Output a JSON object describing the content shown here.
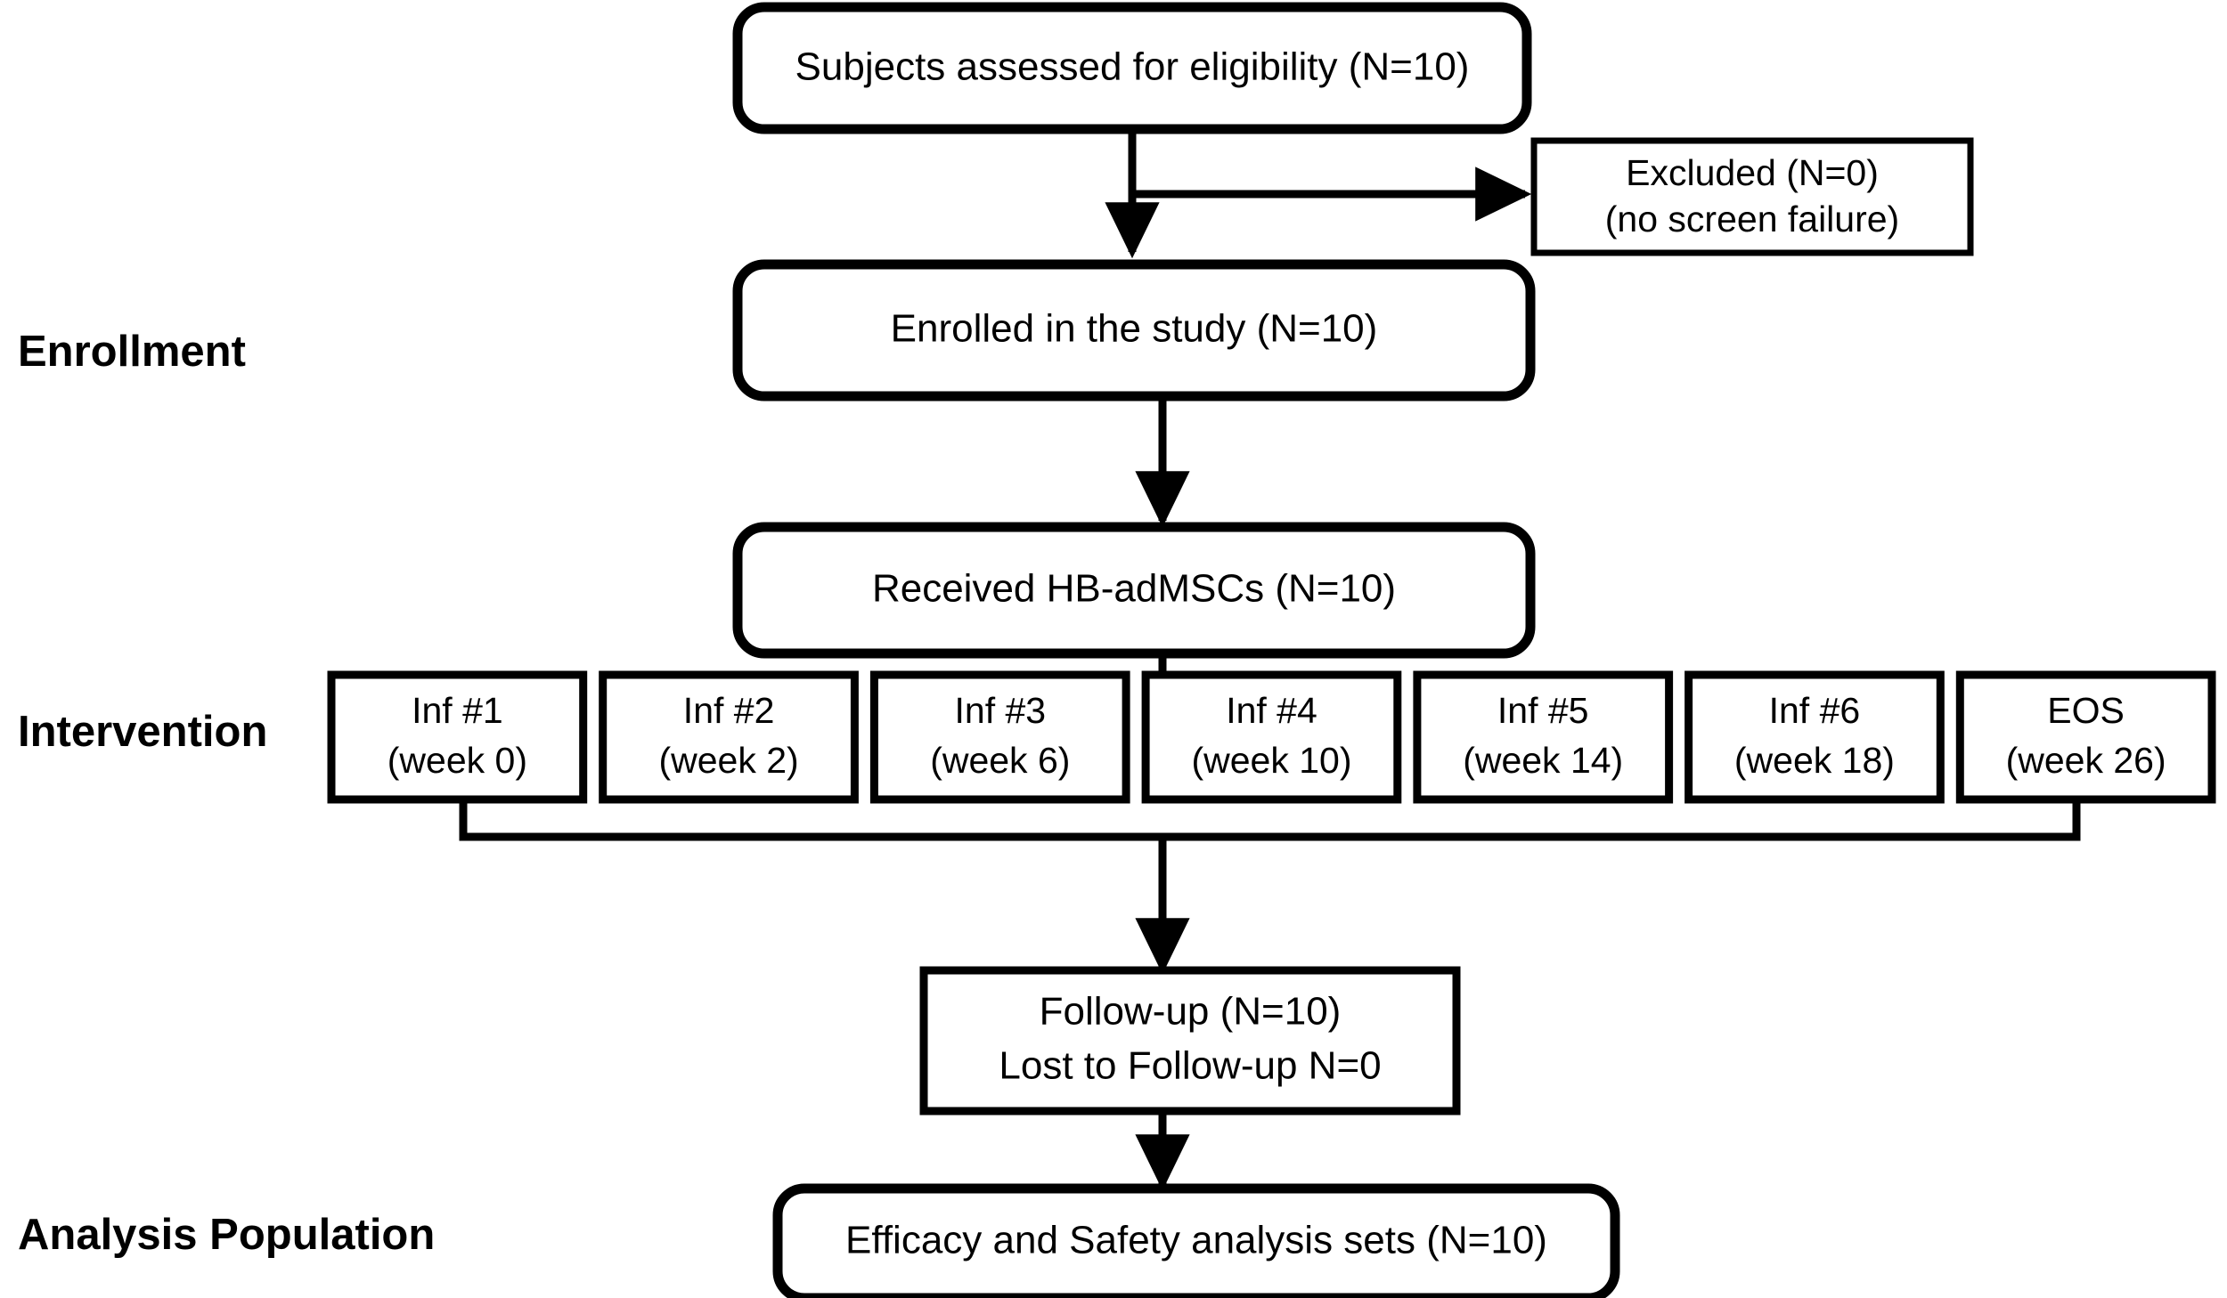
{
  "diagram": {
    "title": "CONSORT-style participant flow diagram",
    "colors": {
      "stroke": "#000000",
      "fill": "#ffffff",
      "text": "#000000"
    }
  },
  "stage_labels": [
    {
      "id": "enrollment",
      "text": "Enrollment"
    },
    {
      "id": "intervention",
      "text": "Intervention"
    },
    {
      "id": "analysis",
      "text": "Analysis Population"
    }
  ],
  "nodes": {
    "eligibility": {
      "text": "Subjects assessed for eligibility  (N=10)",
      "shape": "rounded"
    },
    "excluded": {
      "line1": "Excluded (N=0)",
      "line2": "(no screen failure)",
      "shape": "square"
    },
    "enrolled": {
      "text": "Enrolled in the study (N=10)",
      "shape": "rounded"
    },
    "received": {
      "text": "Received HB-adMSCs (N=10)",
      "shape": "rounded"
    },
    "followup": {
      "line1": "Follow-up  (N=10)",
      "line2": "Lost to Follow-up N=0",
      "shape": "square"
    },
    "analysis_sets": {
      "text": "Efficacy and Safety analysis sets (N=10)",
      "shape": "rounded"
    }
  },
  "intervention_boxes": [
    {
      "id": "inf1",
      "line1": "Inf #1",
      "line2": "(week 0)"
    },
    {
      "id": "inf2",
      "line1": "Inf #2",
      "line2": "(week 2)"
    },
    {
      "id": "inf3",
      "line1": "Inf #3",
      "line2": "(week 6)"
    },
    {
      "id": "inf4",
      "line1": "Inf #4",
      "line2": "(week 10)"
    },
    {
      "id": "inf5",
      "line1": "Inf #5",
      "line2": "(week 14)"
    },
    {
      "id": "inf6",
      "line1": "Inf #6",
      "line2": "(week 18)"
    },
    {
      "id": "eos",
      "line1": "EOS",
      "line2": "(week 26)"
    }
  ],
  "counts": {
    "assessed": 10,
    "excluded": 0,
    "enrolled": 10,
    "received": 10,
    "followup": 10,
    "lost_to_followup": 0,
    "analysis_sets": 10
  }
}
